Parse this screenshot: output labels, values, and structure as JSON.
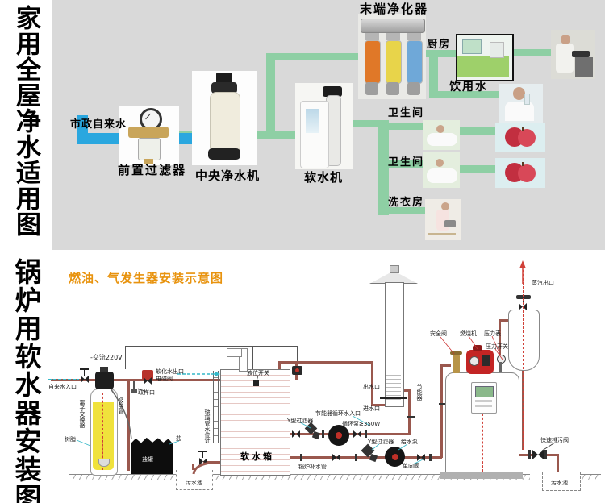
{
  "sidebar": {
    "top_title": "家用全屋净水适用图",
    "bottom_title": "锅炉用软水器安装图"
  },
  "home_diagram": {
    "source_label": "市政自来水",
    "devices": {
      "prefilter": "前置过滤器",
      "central_purifier": "中央净水机",
      "softener": "软水机",
      "terminal_purifier": "末端净化器"
    },
    "outlets": {
      "kitchen": "厨房",
      "drinking_water": "饮用水",
      "bathroom_1": "卫生间",
      "bathroom_2": "卫生间",
      "laundry": "洗衣房"
    }
  },
  "boiler_diagram": {
    "title": "燃油、气发生器安装示意图",
    "labels": {
      "power": "-交流220V",
      "tap_inlet": "自来水入口",
      "soft_out": "软化水出口",
      "solenoid": "电磁阀",
      "sample_port": "取样口",
      "ion_exchanger": "离子交换器",
      "salt_tube": "吸盐管",
      "resin": "树脂",
      "salt": "盐",
      "salt_tank": "盐罐",
      "sewage_left": "污水池",
      "level_gauge": "玻璃管水位计",
      "level_switch": "液位开关",
      "soft_tank": "软水箱",
      "boiler_feed_pipe": "锅炉补水管",
      "y_strainer_1": "Y型过滤器",
      "econ_circ_inlet": "节能器循环水入口",
      "circ_pump": "循环泵≥350W",
      "y_strainer_2": "Y型过滤器",
      "feed_pump": "给水泵",
      "check_valve": "单向阀",
      "water_out": "出水口",
      "water_in": "进水口",
      "economizer": "节能器",
      "safety_valve": "安全阀",
      "burner": "燃烧机",
      "pressure_gauge": "压力表",
      "pressure_switch": "压力开关",
      "steam_out": "蒸汽出口",
      "blowdown_valve": "快速排污阀",
      "sewage_right": "污水池"
    }
  },
  "colors": {
    "top_panel_bg": "#d9d9d9",
    "pipe_green": "#8ecfa4",
    "pipe_blue": "#2aa7df",
    "pipe_red_brown": "#9a584e",
    "title_orange": "#e8930e",
    "resin_yellow": "#f0e23c",
    "accent_cyan": "#35b8c8",
    "centerline_red": "#d04038"
  }
}
